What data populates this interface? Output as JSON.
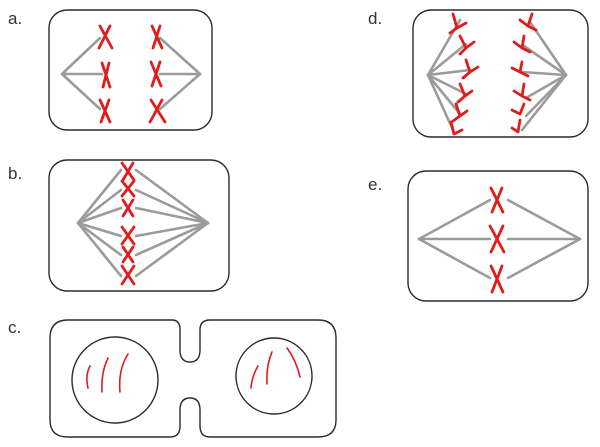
{
  "panels": {
    "a": {
      "label": "a."
    },
    "b": {
      "label": "b."
    },
    "c": {
      "label": "c."
    },
    "d": {
      "label": "d."
    },
    "e": {
      "label": "e."
    }
  },
  "colors": {
    "chromosome": "#e21b1b",
    "spindle": "#9b9b9b",
    "outline": "#2b2b2b",
    "label": "#333333"
  }
}
